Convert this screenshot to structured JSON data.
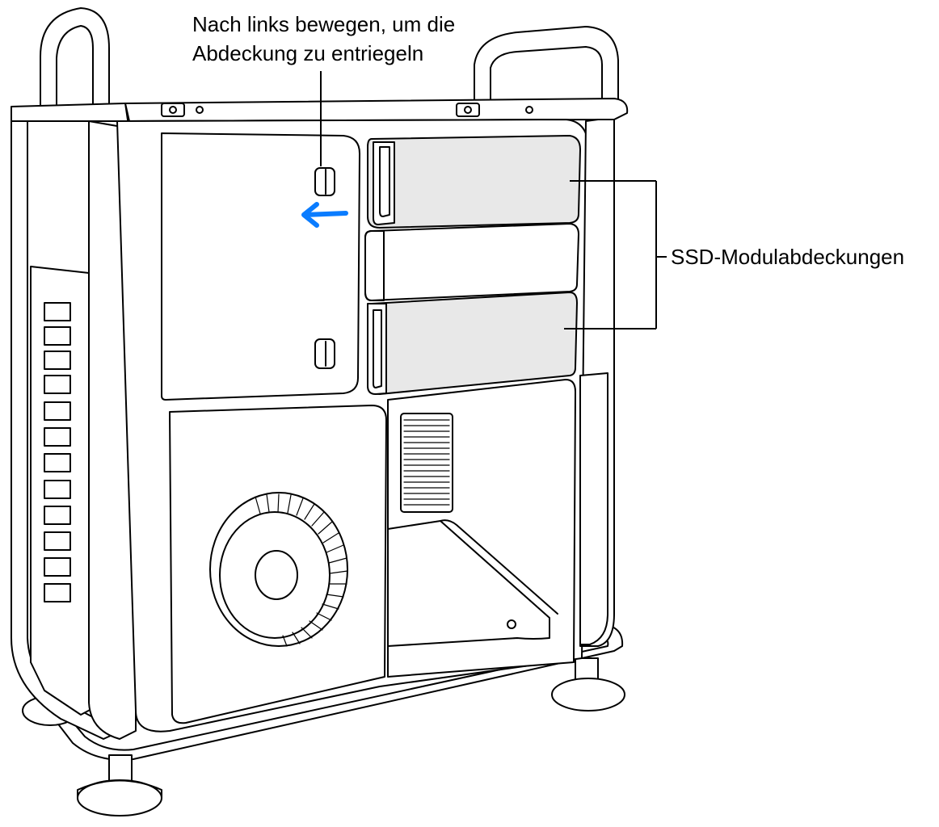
{
  "callouts": {
    "unlock": {
      "line1": "Nach links bewegen, um die",
      "line2": "Abdeckung zu entriegeln"
    },
    "ssd": {
      "label": "SSD-Modulabdeckungen"
    }
  },
  "colors": {
    "arrow": "#0a7cff",
    "outline": "#000000",
    "highlight": "#e8e8e8",
    "fill": "#ffffff"
  },
  "icons": {
    "direction_arrow": "arrow-left-icon"
  }
}
